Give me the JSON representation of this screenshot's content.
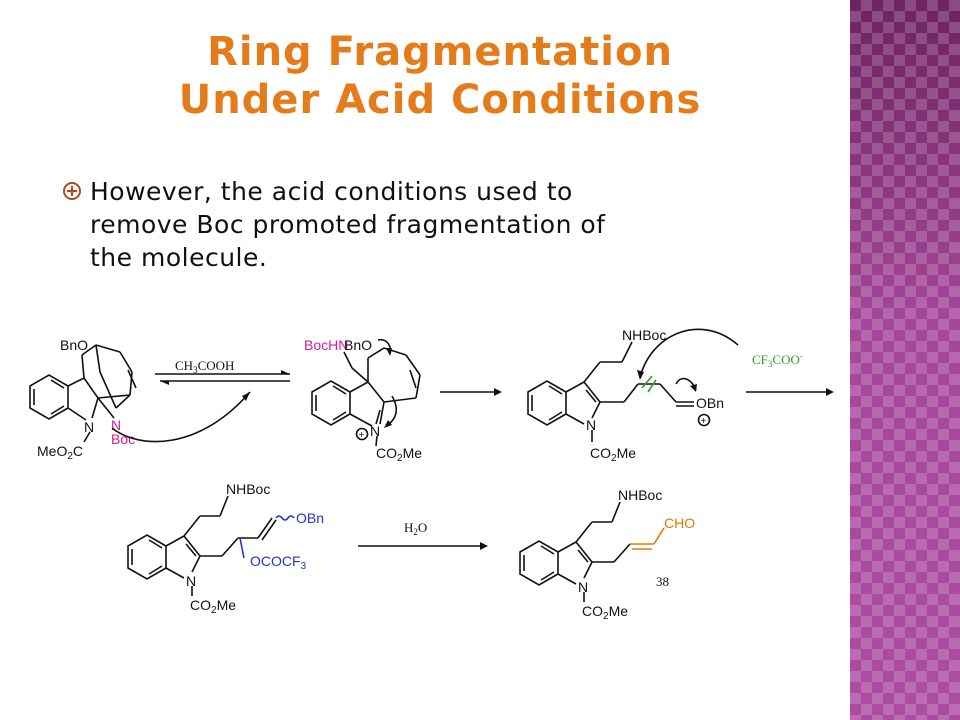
{
  "title": {
    "line1": "Ring Fragmentation",
    "line2": "Under Acid Conditions"
  },
  "bullet": {
    "icon": "circled-plus-bullet-icon",
    "text_line1": "However, the acid conditions used to",
    "text_line2": "remove Boc promoted fragmentation of",
    "text_line3": "the molecule."
  },
  "scheme": {
    "labels": {
      "bno_1": "BnO",
      "n_1": "N",
      "meo2c": "MeO",
      "meo2c_sub": "2",
      "meo2c_tail": "C",
      "n_boc": "N",
      "boc": "Boc",
      "reagent1_a": "CH",
      "reagent1_b": "3",
      "reagent1_c": "COOH",
      "bochn": "BocHN",
      "bno_2": "BnO",
      "n_2": "N",
      "co2me_2a": "CO",
      "co2me_2b": "2",
      "co2me_2c": "Me",
      "plus": "+",
      "nhboc_3": "NHBoc",
      "obn_3": "OBn",
      "n_3": "N",
      "co2me_3a": "CO",
      "co2me_3b": "2",
      "co2me_3c": "Me",
      "reagent2_a": "CF",
      "reagent2_b": "3",
      "reagent2_c": "COO",
      "reagent2_d": "-",
      "nhboc_4": "NHBoc",
      "obn_4": "OBn",
      "ococf3_a": "OCOCF",
      "ococf3_b": "3",
      "n_4": "N",
      "co2me_4a": "CO",
      "co2me_4b": "2",
      "co2me_4c": "Me",
      "reagent3_a": "H",
      "reagent3_b": "2",
      "reagent3_c": "O",
      "nhboc_5": "NHBoc",
      "cho": "CHO",
      "n_5": "N",
      "co2me_5a": "CO",
      "co2me_5b": "2",
      "co2me_5c": "Me",
      "page_number": "38"
    },
    "colors": {
      "magenta": "#d81b9c",
      "blue": "#2233cc",
      "green": "#2f9e2f",
      "orange": "#e07a00",
      "black": "#111111"
    }
  }
}
